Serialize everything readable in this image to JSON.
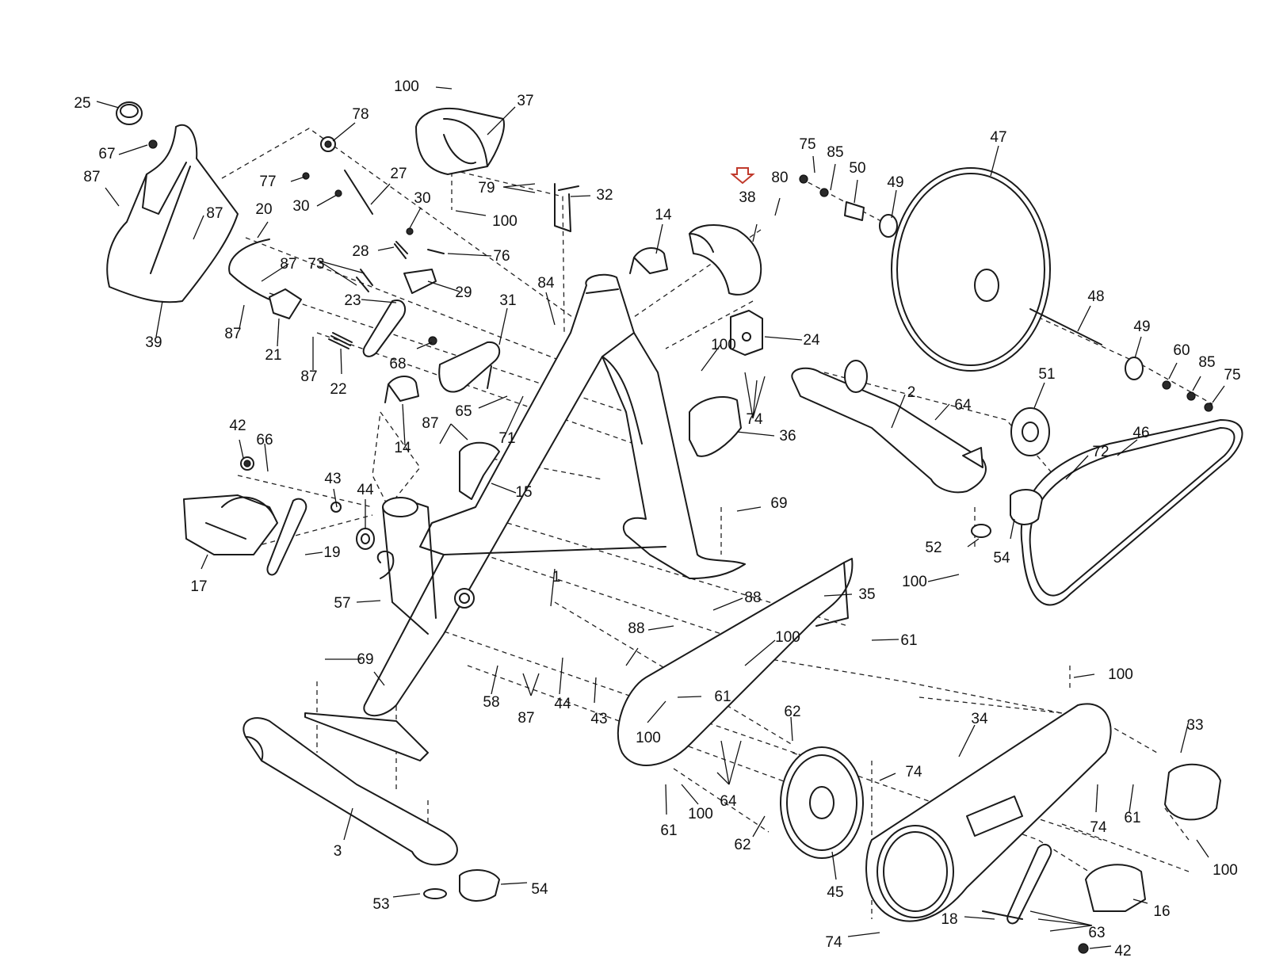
{
  "colors": {
    "line": "#1a1a1a",
    "marker": "#c0392b",
    "background": "#ffffff"
  },
  "marker": {
    "icon": "down-arrow-icon",
    "target": "38"
  },
  "parts": [
    {
      "id": "p100a",
      "label": "100"
    },
    {
      "id": "p37",
      "label": "37"
    },
    {
      "id": "p25",
      "label": "25"
    },
    {
      "id": "p78",
      "label": "78"
    },
    {
      "id": "p67",
      "label": "67"
    },
    {
      "id": "p87a",
      "label": "87"
    },
    {
      "id": "p77",
      "label": "77"
    },
    {
      "id": "p27",
      "label": "27"
    },
    {
      "id": "p79",
      "label": "79"
    },
    {
      "id": "p32",
      "label": "32"
    },
    {
      "id": "p30a",
      "label": "30"
    },
    {
      "id": "p30b",
      "label": "30"
    },
    {
      "id": "p87b",
      "label": "87"
    },
    {
      "id": "p20",
      "label": "20"
    },
    {
      "id": "p100b",
      "label": "100"
    },
    {
      "id": "p14a",
      "label": "14"
    },
    {
      "id": "p38",
      "label": "38"
    },
    {
      "id": "p80",
      "label": "80"
    },
    {
      "id": "p75a",
      "label": "75"
    },
    {
      "id": "p85a",
      "label": "85"
    },
    {
      "id": "p50",
      "label": "50"
    },
    {
      "id": "p49a",
      "label": "49"
    },
    {
      "id": "p47",
      "label": "47"
    },
    {
      "id": "p28",
      "label": "28"
    },
    {
      "id": "p76",
      "label": "76"
    },
    {
      "id": "p87c",
      "label": "87"
    },
    {
      "id": "p73",
      "label": "73"
    },
    {
      "id": "p29",
      "label": "29"
    },
    {
      "id": "p84",
      "label": "84"
    },
    {
      "id": "p23",
      "label": "23"
    },
    {
      "id": "p31",
      "label": "31"
    },
    {
      "id": "p48",
      "label": "48"
    },
    {
      "id": "p87d",
      "label": "87"
    },
    {
      "id": "p21",
      "label": "21"
    },
    {
      "id": "p39",
      "label": "39"
    },
    {
      "id": "p68",
      "label": "68"
    },
    {
      "id": "p87e",
      "label": "87"
    },
    {
      "id": "p22",
      "label": "22"
    },
    {
      "id": "p100c",
      "label": "100"
    },
    {
      "id": "p24",
      "label": "24"
    },
    {
      "id": "p49b",
      "label": "49"
    },
    {
      "id": "p60",
      "label": "60"
    },
    {
      "id": "p85b",
      "label": "85"
    },
    {
      "id": "p75b",
      "label": "75"
    },
    {
      "id": "p51",
      "label": "51"
    },
    {
      "id": "p2",
      "label": "2"
    },
    {
      "id": "p65",
      "label": "65"
    },
    {
      "id": "p64a",
      "label": "64"
    },
    {
      "id": "p74a",
      "label": "74"
    },
    {
      "id": "p87f",
      "label": "87"
    },
    {
      "id": "p71",
      "label": "71"
    },
    {
      "id": "p42a",
      "label": "42"
    },
    {
      "id": "p66",
      "label": "66"
    },
    {
      "id": "p14b",
      "label": "14"
    },
    {
      "id": "p36",
      "label": "36"
    },
    {
      "id": "p46",
      "label": "46"
    },
    {
      "id": "p72",
      "label": "72"
    },
    {
      "id": "p43a",
      "label": "43"
    },
    {
      "id": "p44a",
      "label": "44"
    },
    {
      "id": "p15",
      "label": "15"
    },
    {
      "id": "p69a",
      "label": "69"
    },
    {
      "id": "p52",
      "label": "52"
    },
    {
      "id": "p19",
      "label": "19"
    },
    {
      "id": "p54a",
      "label": "54"
    },
    {
      "id": "p17",
      "label": "17"
    },
    {
      "id": "p100d",
      "label": "100"
    },
    {
      "id": "p1",
      "label": "1"
    },
    {
      "id": "p35",
      "label": "35"
    },
    {
      "id": "p88a",
      "label": "88"
    },
    {
      "id": "p57",
      "label": "57"
    },
    {
      "id": "p88b",
      "label": "88"
    },
    {
      "id": "p100e",
      "label": "100"
    },
    {
      "id": "p61a",
      "label": "61"
    },
    {
      "id": "p69b",
      "label": "69"
    },
    {
      "id": "p61b",
      "label": "61"
    },
    {
      "id": "p100f",
      "label": "100"
    },
    {
      "id": "p58",
      "label": "58"
    },
    {
      "id": "p87g",
      "label": "87"
    },
    {
      "id": "p44b",
      "label": "44"
    },
    {
      "id": "p43b",
      "label": "43"
    },
    {
      "id": "p100g",
      "label": "100"
    },
    {
      "id": "p62a",
      "label": "62"
    },
    {
      "id": "p34",
      "label": "34"
    },
    {
      "id": "p33",
      "label": "33"
    },
    {
      "id": "p74b",
      "label": "74"
    },
    {
      "id": "p64b",
      "label": "64"
    },
    {
      "id": "p100h",
      "label": "100"
    },
    {
      "id": "p61c",
      "label": "61"
    },
    {
      "id": "p74c",
      "label": "74"
    },
    {
      "id": "p61d",
      "label": "61"
    },
    {
      "id": "p100i",
      "label": "100"
    },
    {
      "id": "p3",
      "label": "3"
    },
    {
      "id": "p62b",
      "label": "62"
    },
    {
      "id": "p45",
      "label": "45"
    },
    {
      "id": "p54b",
      "label": "54"
    },
    {
      "id": "p53",
      "label": "53"
    },
    {
      "id": "p16",
      "label": "16"
    },
    {
      "id": "p18",
      "label": "18"
    },
    {
      "id": "p63",
      "label": "63"
    },
    {
      "id": "p74d",
      "label": "74"
    },
    {
      "id": "p42b",
      "label": "42"
    }
  ]
}
